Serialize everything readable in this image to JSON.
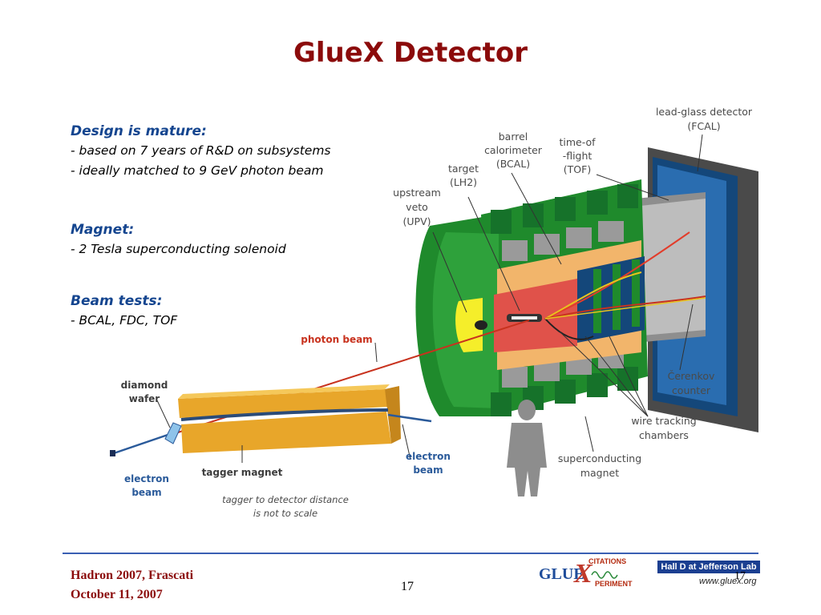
{
  "slide": {
    "title": "GlueX Detector",
    "sections": [
      {
        "heading": "Design is mature:",
        "lines": [
          "- based on 7 years of R&D on subsystems",
          "- ideally matched to 9 GeV photon beam"
        ]
      },
      {
        "heading": "Magnet:",
        "lines": [
          "- 2 Tesla superconducting solenoid"
        ]
      },
      {
        "heading": "Beam tests:",
        "lines": [
          "- BCAL, FDC, TOF"
        ]
      }
    ]
  },
  "figure": {
    "labels": {
      "lead_glass_1": "lead-glass detector",
      "lead_glass_2": "(FCAL)",
      "barrel_1": "barrel",
      "barrel_2": "calorimeter",
      "barrel_3": "(BCAL)",
      "tof_1": "time-of",
      "tof_2": "-flight",
      "tof_3": "(TOF)",
      "target_1": "target",
      "target_2": "(LH2)",
      "upv_1": "upstream",
      "upv_2": "veto",
      "upv_3": "(UPV)",
      "photon_beam": "photon beam",
      "diamond_1": "diamond",
      "diamond_2": "wafer",
      "tagger_magnet": "tagger magnet",
      "electron_beam_left_1": "electron",
      "electron_beam_left_2": "beam",
      "electron_beam_right_1": "electron",
      "electron_beam_right_2": "beam",
      "scale_note_1": "tagger to detector distance",
      "scale_note_2": "is not to scale",
      "cerenkov_1": "Čerenkov",
      "cerenkov_2": "counter",
      "wire_1": "wire tracking",
      "wire_2": "chambers",
      "sc_magnet_1": "superconducting",
      "sc_magnet_2": "magnet"
    },
    "colors": {
      "magnet_green": "#1f8a2c",
      "calorimeter_orange": "#f2b56b",
      "target_red": "#e0524a",
      "fcal_blue": "#14477a",
      "veto_yellow": "#f5ee2a",
      "tagger_gold": "#e8a62a",
      "beam_red": "#c8321e"
    }
  },
  "footer": {
    "left_line1": "Hadron 2007, Frascati",
    "left_line2": "October 11, 2007",
    "page_number": "17",
    "page_number_logo": "17",
    "logo_gluex": "GLUE",
    "logo_x": "X",
    "logo_citations": "CITATIONS",
    "logo_periment": "PERIMENT",
    "hall_d": "Hall D at Jefferson Lab",
    "website": "www.gluex.org"
  }
}
